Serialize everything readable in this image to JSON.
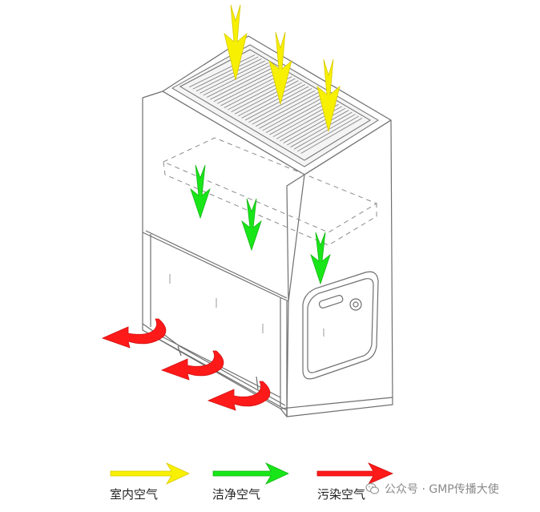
{
  "legend": {
    "items": [
      {
        "label": "室内空气",
        "color": "#f7f000"
      },
      {
        "label": "洁净空气",
        "color": "#19e619"
      },
      {
        "label": "污染空气",
        "color": "#ff1a1a"
      }
    ]
  },
  "watermark": {
    "text": "公众号 · GMP传播大使",
    "icon": "wechat-icon"
  },
  "colors": {
    "line": "#6f6f6f",
    "room_air": "#f7f000",
    "clean_air": "#19e619",
    "contaminated_air": "#ff1a1a"
  }
}
